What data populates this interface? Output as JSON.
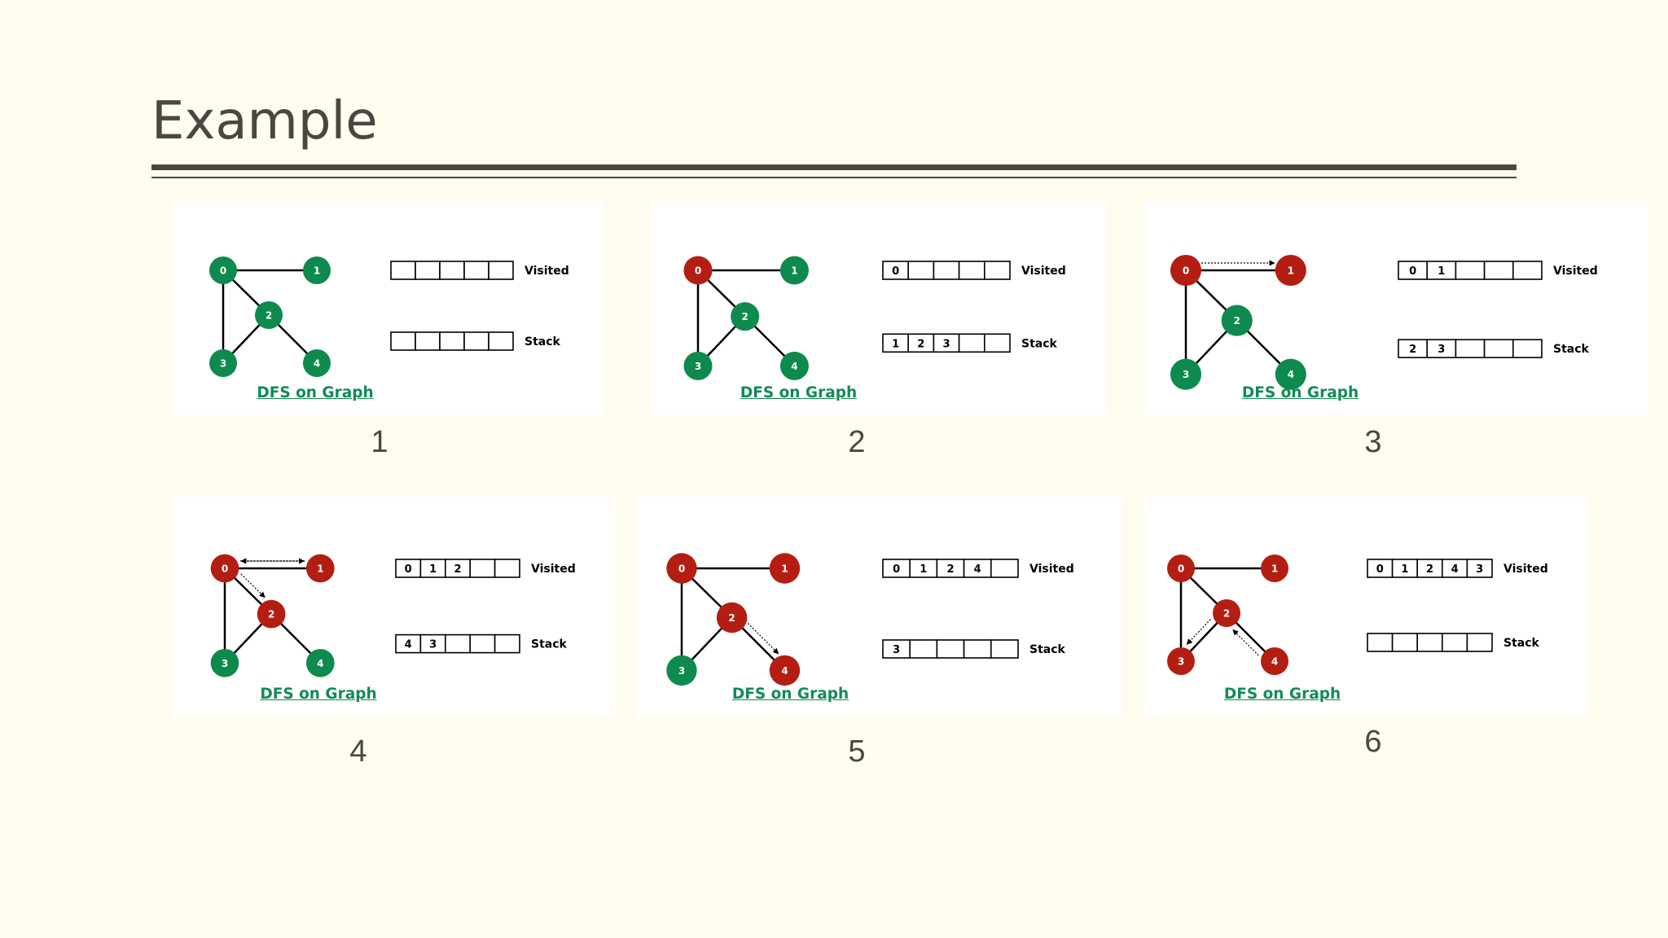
{
  "title": "Example",
  "colors": {
    "unvisited": "#0e8a4e",
    "visited": "#b41e12",
    "caption": "#128b56",
    "text": "#4a4740"
  },
  "graph": {
    "nodes": [
      "0",
      "1",
      "2",
      "3",
      "4"
    ],
    "edges": [
      [
        "0",
        "1"
      ],
      [
        "0",
        "2"
      ],
      [
        "0",
        "3"
      ],
      [
        "2",
        "3"
      ],
      [
        "2",
        "4"
      ]
    ]
  },
  "labels": {
    "visited": "Visited",
    "stack": "Stack",
    "caption": "DFS on Graph"
  },
  "steps": [
    {
      "number": "1",
      "visited": [],
      "stack": [],
      "visited_nodes": [],
      "traversal": []
    },
    {
      "number": "2",
      "visited": [
        "0"
      ],
      "stack": [
        "1",
        "2",
        "3"
      ],
      "visited_nodes": [
        "0"
      ],
      "traversal": []
    },
    {
      "number": "3",
      "visited": [
        "0",
        "1"
      ],
      "stack": [
        "2",
        "3"
      ],
      "visited_nodes": [
        "0",
        "1"
      ],
      "traversal": [
        [
          "0",
          "1"
        ]
      ]
    },
    {
      "number": "4",
      "visited": [
        "0",
        "1",
        "2"
      ],
      "stack": [
        "4",
        "3"
      ],
      "visited_nodes": [
        "0",
        "1",
        "2"
      ],
      "traversal": [
        [
          "0",
          "1"
        ],
        [
          "1",
          "0"
        ],
        [
          "0",
          "2"
        ]
      ]
    },
    {
      "number": "5",
      "visited": [
        "0",
        "1",
        "2",
        "4"
      ],
      "stack": [
        "3"
      ],
      "visited_nodes": [
        "0",
        "1",
        "2",
        "4"
      ],
      "traversal": [
        [
          "2",
          "4"
        ]
      ]
    },
    {
      "number": "6",
      "visited": [
        "0",
        "1",
        "2",
        "4",
        "3"
      ],
      "stack": [],
      "visited_nodes": [
        "0",
        "1",
        "2",
        "3",
        "4"
      ],
      "traversal": [
        [
          "4",
          "2"
        ],
        [
          "2",
          "3"
        ]
      ]
    }
  ]
}
